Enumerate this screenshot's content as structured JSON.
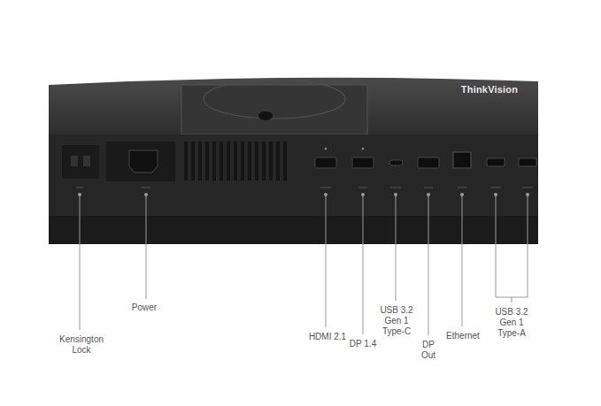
{
  "diagram": {
    "labels": [
      "Kensington Lock",
      "Power",
      "HDMI 2.1",
      "DP 1.4",
      "USB 3.2 Gen 1 Type-C",
      "DP Out",
      "Ethernet",
      "USB 3.2 Gen 1 Type-A",
      "ThinkVision"
    ]
  }
}
